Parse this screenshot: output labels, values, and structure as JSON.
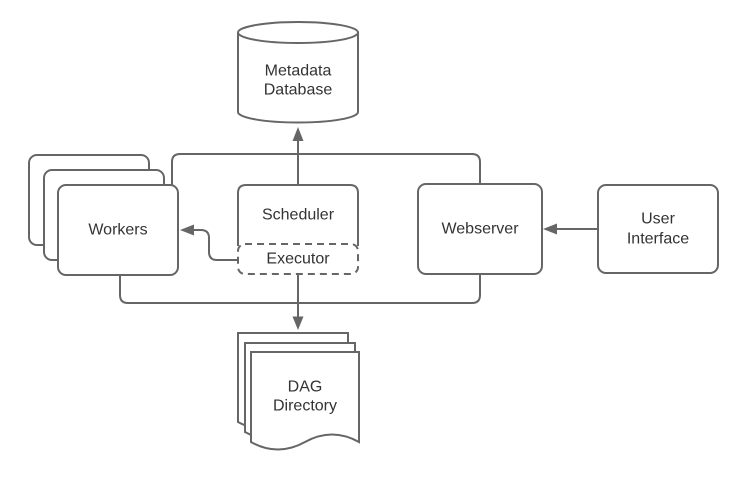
{
  "diagram": {
    "type": "architecture-diagram",
    "background": "#ffffff",
    "colors": {
      "stroke": "#666666",
      "text": "#333333",
      "node_fill": "#ffffff"
    },
    "nodes": {
      "metadata_database": {
        "shape": "cylinder",
        "label": "Metadata Database",
        "line1": "Metadata",
        "line2": "Database"
      },
      "workers": {
        "shape": "stacked-rounded-rect",
        "stack_count": 3,
        "label": "Workers"
      },
      "scheduler": {
        "shape": "rounded-rect",
        "label": "Scheduler"
      },
      "executor": {
        "shape": "dashed-rounded-rect",
        "label": "Executor",
        "parent": "scheduler"
      },
      "webserver": {
        "shape": "rounded-rect",
        "label": "Webserver"
      },
      "user_interface": {
        "shape": "rounded-rect",
        "label": "User Interface",
        "line1": "User",
        "line2": "Interface"
      },
      "dag_directory": {
        "shape": "stacked-document",
        "stack_count": 3,
        "label": "DAG Directory",
        "line1": "DAG",
        "line2": "Directory"
      }
    },
    "edges": [
      {
        "from": "workers",
        "to": "metadata_database",
        "arrow": true,
        "style": "merged-bus-top"
      },
      {
        "from": "scheduler",
        "to": "metadata_database",
        "arrow": true,
        "style": "merged-bus-top"
      },
      {
        "from": "webserver",
        "to": "metadata_database",
        "arrow": true,
        "style": "merged-bus-top"
      },
      {
        "from": "executor",
        "to": "workers",
        "arrow": true,
        "style": "step"
      },
      {
        "from": "user_interface",
        "to": "webserver",
        "arrow": true,
        "style": "straight"
      },
      {
        "from": "executor",
        "to": "dag_directory",
        "arrow": true,
        "style": "merged-bus-bottom"
      },
      {
        "from": "workers",
        "to": "dag_directory",
        "arrow": false,
        "style": "merged-bus-bottom"
      },
      {
        "from": "webserver",
        "to": "dag_directory",
        "arrow": false,
        "style": "merged-bus-bottom"
      }
    ]
  }
}
